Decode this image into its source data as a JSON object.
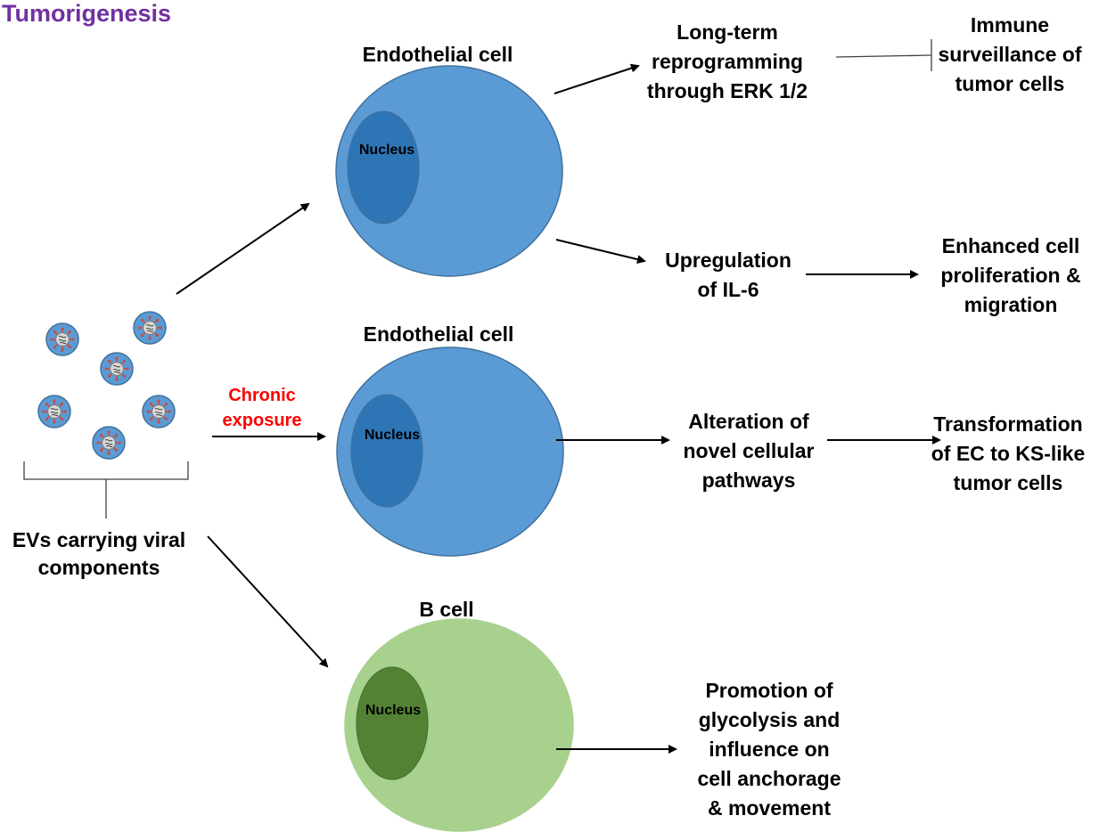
{
  "title": "Tumorigenesis",
  "colors": {
    "title": "#7030a0",
    "endothelial_fill": "#5b9bd5",
    "endothelial_stroke": "#41719c",
    "endothelial_nucleus": "#2e75b6",
    "bcell_fill": "#a9d18e",
    "bcell_nucleus": "#548235",
    "exposure_text": "#ff0000",
    "arrow": "#000000"
  },
  "ev_cluster": {
    "label_line1": "EVs carrying viral",
    "label_line2": "components",
    "count": 6
  },
  "exposure": {
    "line1": "Chronic",
    "line2": "exposure"
  },
  "cells": {
    "endothelial_top": {
      "label": "Endothelial cell",
      "nucleus": "Nucleus"
    },
    "endothelial_mid": {
      "label": "Endothelial cell",
      "nucleus": "Nucleus"
    },
    "b_cell": {
      "label": "B cell",
      "nucleus": "Nucleus"
    }
  },
  "outcomes": {
    "reprogramming": [
      "Long-term",
      "reprogramming",
      "through ERK 1/2"
    ],
    "immune": [
      "Immune",
      "surveillance of",
      "tumor cells"
    ],
    "il6": [
      "Upregulation",
      "of IL-6"
    ],
    "proliferation": [
      "Enhanced cell",
      "proliferation &",
      "migration"
    ],
    "alteration": [
      "Alteration of",
      "novel cellular",
      "pathways"
    ],
    "transformation": [
      "Transformation",
      "of EC to KS-like",
      "tumor cells"
    ],
    "glycolysis": [
      "Promotion of",
      "glycolysis and",
      "influence on",
      "cell anchorage",
      "& movement"
    ]
  }
}
